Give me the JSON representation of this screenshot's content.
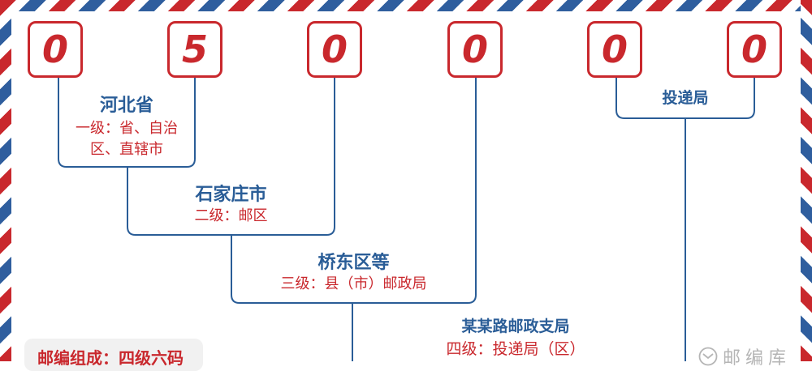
{
  "digits": [
    "0",
    "5",
    "0",
    "0",
    "0",
    "0"
  ],
  "province": {
    "name": "河北省",
    "level": "一级：省、自治区、直辖市"
  },
  "city": {
    "name": "石家庄市",
    "level": "二级：邮区"
  },
  "county": {
    "name": "桥东区等",
    "level": "三级：县（市）邮政局"
  },
  "delivery": {
    "name": "投递局"
  },
  "branch": {
    "name": "某某路邮政支局",
    "level": "四级：投递局（区）"
  },
  "footer": {
    "title": "邮编组成：四级六码"
  },
  "watermark": {
    "text": "邮编库"
  },
  "colors": {
    "red": "#c9282d",
    "blue": "#2a5d97",
    "stripe_blue": "#2f5e9e"
  }
}
